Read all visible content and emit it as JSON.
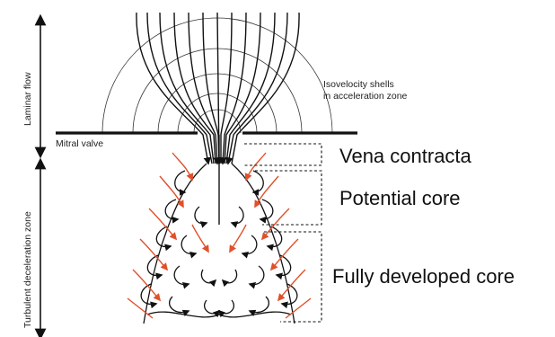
{
  "labels": {
    "laminar_flow": "Laminar flow",
    "turbulent_zone": "Turbulent deceleration zone",
    "mitral_valve": "Mitral valve",
    "isovelocity_line1": "Isovelocity shells",
    "isovelocity_line2": "in acceleration zone",
    "vena_contracta": "Vena contracta",
    "potential_core": "Potential core",
    "fully_developed_core": "Fully developed core"
  },
  "colors": {
    "line": "#111111",
    "eddy_red": "#e0502a"
  }
}
